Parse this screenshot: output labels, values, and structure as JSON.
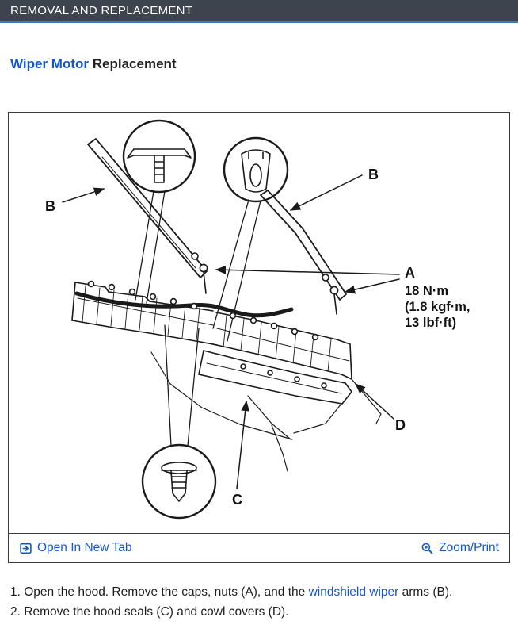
{
  "header": {
    "title": "REMOVAL AND REPLACEMENT"
  },
  "title": {
    "link": "Wiper Motor",
    "rest": "Replacement"
  },
  "figure": {
    "labels": {
      "b_left": "B",
      "b_right": "B",
      "a": "A",
      "torque1": "18 N·m",
      "torque2": "(1.8 kgf·m,",
      "torque3": "13 lbf·ft)",
      "c": "C",
      "d": "D"
    },
    "toolbar": {
      "open_in_new_tab": "Open In New Tab",
      "zoom_print": "Zoom/Print"
    }
  },
  "steps": {
    "one": {
      "num": "1.",
      "pre": "Open the hood. Remove the caps, nuts (A), and the ",
      "link": "windshield wiper",
      "post": " arms (B)."
    },
    "two": {
      "num": "2.",
      "text": "Remove the hood seals (C) and cowl covers (D)."
    }
  },
  "colors": {
    "header_bg": "#3e444e",
    "header_accent": "#3b77c8",
    "link_blue": "#1456c8",
    "diagram_ink": "#1a1a1a"
  }
}
